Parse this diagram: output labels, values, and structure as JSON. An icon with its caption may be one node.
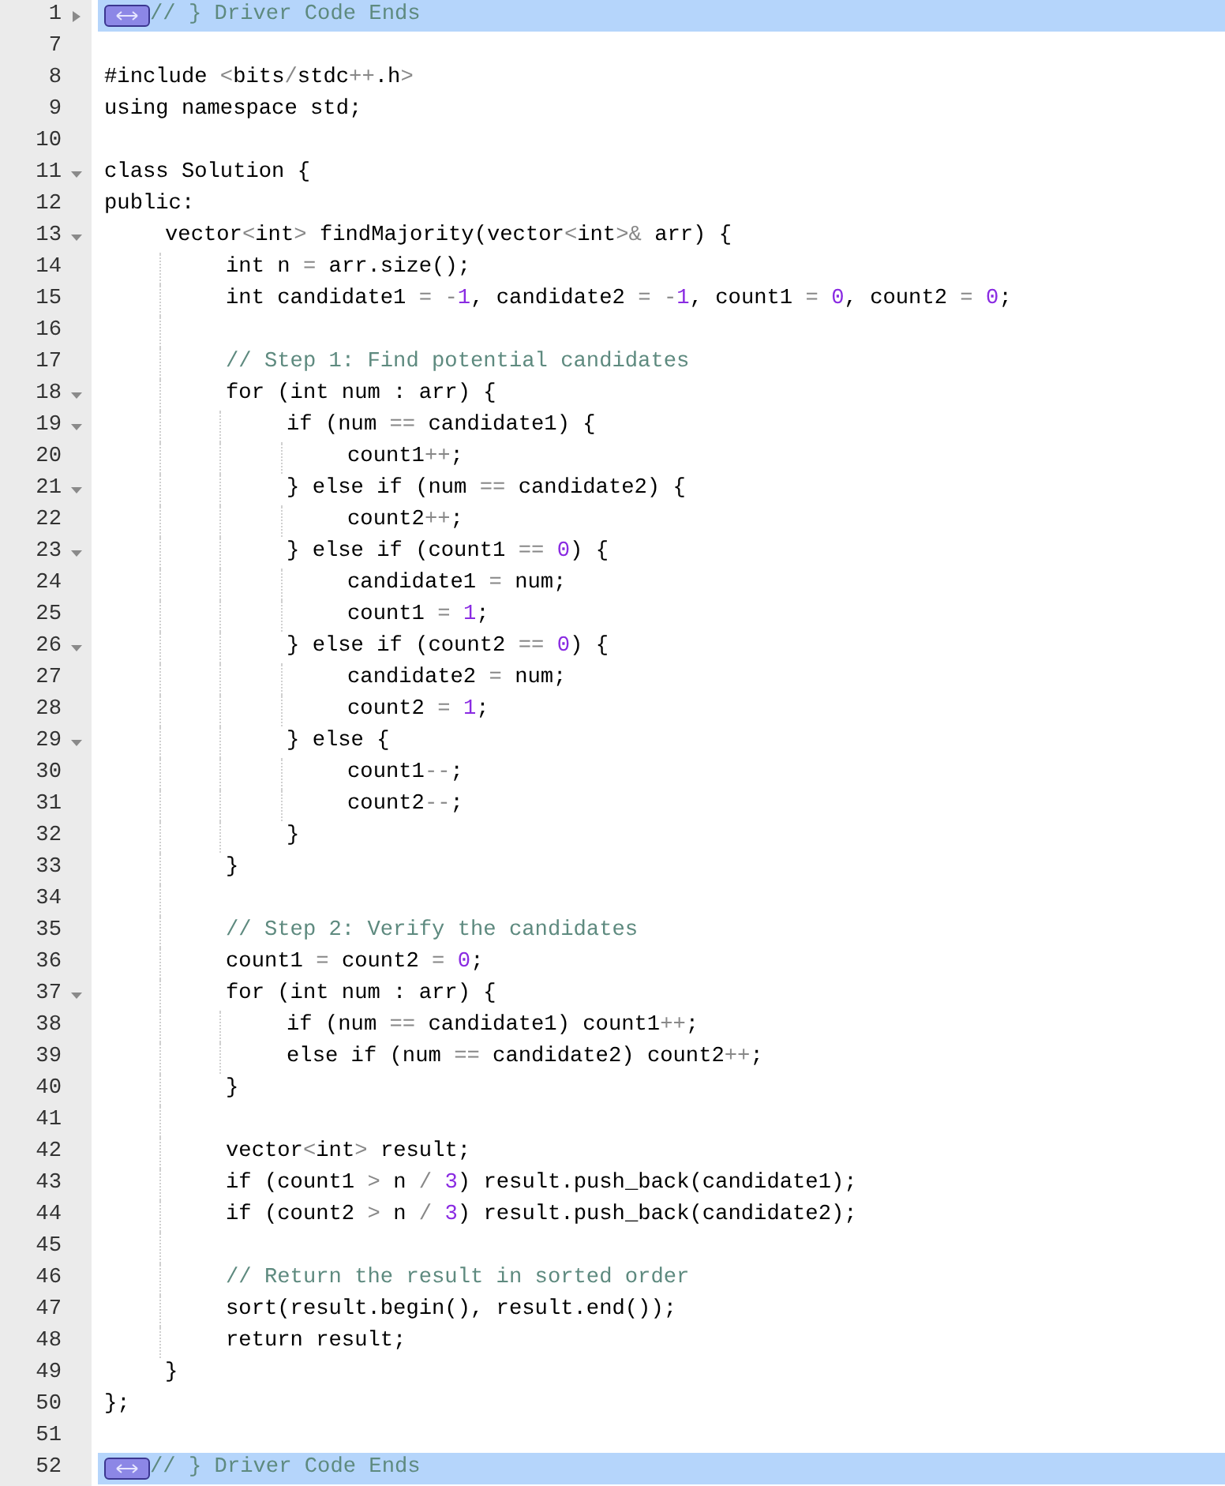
{
  "diagram": {
    "labels": [
      "1",
      "// } Driver Code Ends",
      "7",
      "8",
      "#include <bits/stdc++.h>",
      "9",
      "using namespace std;",
      "10",
      "11",
      "class Solution {",
      "12",
      "public:",
      "13",
      "vector<int> findMajority(vector<int>& arr) {",
      "14",
      "int n = arr.size();",
      "15",
      "int candidate1 = -1, candidate2 = -1, count1 = 0, count2 = 0;",
      "16",
      "17",
      "// Step 1: Find potential candidates",
      "18",
      "for (int num : arr) {",
      "19",
      "if (num == candidate1) {",
      "20",
      "count1++;",
      "21",
      "} else if (num == candidate2) {",
      "22",
      "count2++;",
      "23",
      "} else if (count1 == 0) {",
      "24",
      "candidate1 = num;",
      "25",
      "count1 = 1;",
      "26",
      "} else if (count2 == 0) {",
      "27",
      "candidate2 = num;",
      "28",
      "count2 = 1;",
      "29",
      "} else {",
      "30",
      "count1--;",
      "31",
      "count2--;",
      "32",
      "}",
      "33",
      "}",
      "34",
      "35",
      "// Step 2: Verify the candidates",
      "36",
      "count1 = count2 = 0;",
      "37",
      "for (int num : arr) {",
      "38",
      "if (num == candidate1) count1++;",
      "39",
      "else if (num == candidate2) count2++;",
      "40",
      "}",
      "41",
      "42",
      "vector<int> result;",
      "43",
      "if (count1 > n / 3) result.push_back(candidate1);",
      "44",
      "if (count2 > n / 3) result.push_back(candidate2);",
      "45",
      "46",
      "// Return the result in sorted order",
      "47",
      "sort(result.begin(), result.end());",
      "48",
      "return result;",
      "49",
      "}",
      "50",
      "};",
      "51",
      "52",
      "// } Driver Code Ends"
    ]
  }
}
